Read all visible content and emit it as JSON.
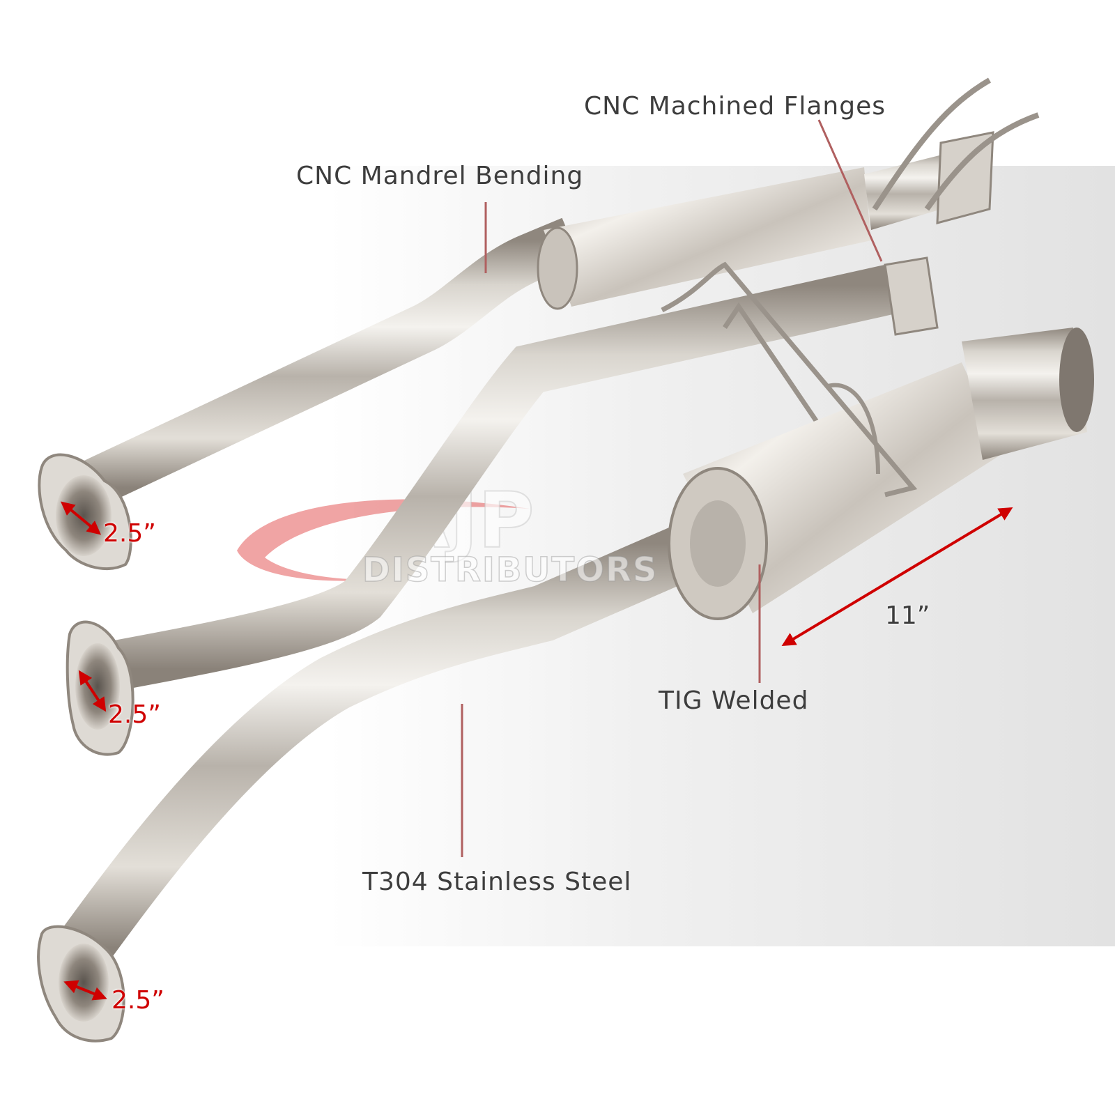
{
  "callouts": {
    "flanges": "CNC Machined Flanges",
    "mandrel": "CNC Mandrel Bending",
    "tig": "TIG Welded",
    "steel": "T304 Stainless Steel"
  },
  "dimensions": {
    "inlet_1": "2.5”",
    "inlet_2": "2.5”",
    "inlet_3": "2.5”",
    "muffler_length": "11”"
  },
  "watermark": {
    "logo": "AJP",
    "text": "DISTRIBUTORS"
  },
  "colors": {
    "callout_text": "#3d3d3d",
    "dimension_red": "#cf0000",
    "leader_line": "#b06060",
    "chrome_dark": "#8f877e",
    "chrome_light": "#f4f2ee"
  }
}
